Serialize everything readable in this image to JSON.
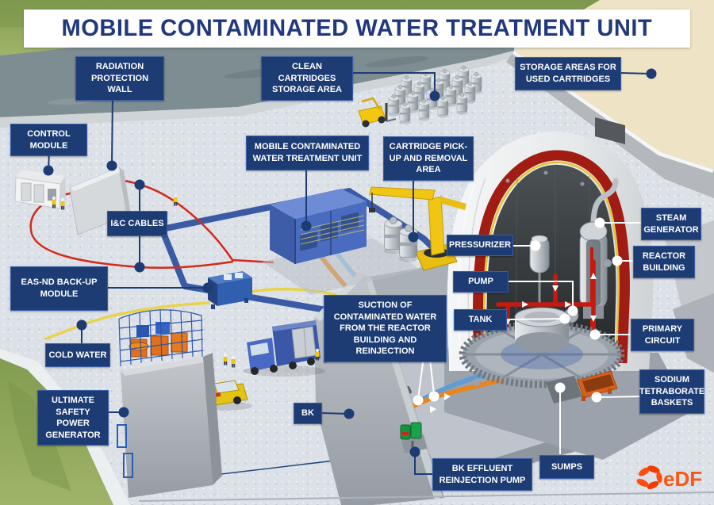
{
  "title": "MOBILE CONTAMINATED WATER TREATMENT UNIT",
  "logo": {
    "text": "eDF",
    "icon": "edf-flame-icon",
    "color": "#ff5412"
  },
  "colors": {
    "label_bg": "#1d3c74",
    "label_border": "#3a5ea6",
    "connector_navy": "#1d3c74",
    "connector_white": "#ffffff",
    "title_color": "#21397c",
    "containment_red": "#a11c12",
    "liner_yellow": "#e3c433",
    "pipe_orange": "#e8851c",
    "pipe_blue": "#5f9bd4",
    "cable_red": "#d42a1c",
    "cable_yellow": "#e8d34a",
    "route_navy": "#2b4f9e",
    "water_gray": "#7e8d92",
    "grass_green": "#8aa458",
    "building_beige": "#eee3c4"
  },
  "labels": {
    "radiation_protection_wall": "RADIATION PROTECTION WALL",
    "control_module": "CONTROL MODULE",
    "clean_cartridges": "CLEAN CARTRIDGES STORAGE AREA",
    "storage_used": "STORAGE AREAS FOR USED CARTRIDGES",
    "mobile_unit": "MOBILE CONTAMINATED WATER TREATMENT UNIT",
    "cartridge_pickup": "CARTRIDGE PICK-UP AND REMOVAL AREA",
    "iec_cables": "I&C CABLES",
    "easnd": "EAS-ND BACK-UP MODULE",
    "cold_water": "COLD WATER",
    "ultimate_safety": "ULTIMATE SAFETY POWER GENERATOR",
    "suction": "SUCTION OF CONTAMINATED WATER FROM THE REACTOR BUILDING AND REINJECTION",
    "bk": "BK",
    "pressurizer": "PRESSURIZER",
    "pump": "PUMP",
    "tank": "TANK",
    "steam_generator": "STEAM GENERATOR",
    "reactor_building": "REACTOR BUILDING",
    "primary_circuit": "PRIMARY CIRCUIT",
    "sodium_tetraborate": "SODIUM TETRABORATE BASKETS",
    "sumps": "SUMPS",
    "bk_effluent": "BK EFFLUENT REINJECTION PUMP"
  }
}
